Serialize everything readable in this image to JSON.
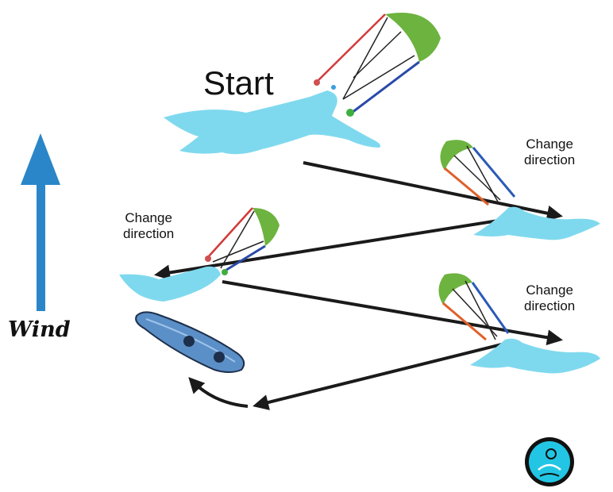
{
  "diagram": {
    "start_label": "Start",
    "change_direction_labels": [
      "Change\ndirection",
      "Change\ndirection",
      "Change\ndirection"
    ],
    "wind_label": "Wind",
    "icons": [
      "wind-arrow-icon",
      "kite-icon",
      "kitesurfer-icon",
      "boat-icon",
      "return-arrow-icon",
      "logo-badge-icon"
    ],
    "colors": {
      "wind_arrow": "#2a86c8",
      "kitesurfer": "#7fd9ee",
      "kite": "#6db33f",
      "path_arrow": "#1a1a1a",
      "boat": "#5b8fc7",
      "logo": "#22c6e4"
    }
  }
}
